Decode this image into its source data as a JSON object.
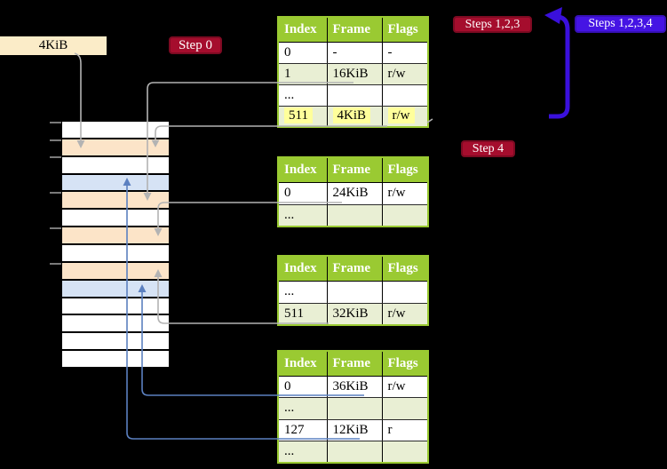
{
  "labels": {
    "frame_box": "4KiB",
    "step0": "Step 0",
    "steps_123": "Steps 1,2,3",
    "steps_1234": "Steps 1,2,3,4",
    "step4": "Step 4"
  },
  "colors": {
    "background": "#000000",
    "text_dark": "#000000",
    "text_light": "#ffffff",
    "frame_box_bg": "#fbecc8",
    "label_red_bg": "#a50d2d",
    "label_red_border": "#7d0a22",
    "label_blue_bg": "#4514e4",
    "label_blue_border": "#3710b8",
    "table_header_bg": "#9aca32",
    "table_row_bg": "#ffffff",
    "table_row_alt_bg": "#e9efd4",
    "highlight_bg": "#ffff9b",
    "memory_free": "#ffffff",
    "memory_page_table": "#fce4c8",
    "memory_mapped_page": "#d6e3f5",
    "connector_gray": "#b3b3b3",
    "connector_blue": "#5b80c0",
    "recursive_arrow_blue": "#3a10dc",
    "tick_gray": "#7a7a7a"
  },
  "memory": {
    "rows": [
      "free",
      "page-table",
      "free",
      "mapped-page",
      "page-table",
      "free",
      "page-table",
      "free",
      "page-table",
      "mapped-page",
      "free",
      "free",
      "free",
      "free"
    ],
    "tick_offsets": [
      0,
      20,
      39,
      79,
      119,
      159
    ]
  },
  "tables": [
    {
      "name": "page-table-1",
      "headers": [
        "Index",
        "Frame",
        "Flags"
      ],
      "rows": [
        {
          "cells": [
            "0",
            "-",
            "-"
          ]
        },
        {
          "cells": [
            "1",
            "16KiB",
            "r/w"
          ]
        },
        {
          "cells": [
            "...",
            "",
            ""
          ]
        },
        {
          "cells": [
            "511",
            "4KiB",
            "r/w"
          ],
          "highlight": true
        }
      ]
    },
    {
      "name": "page-table-2",
      "headers": [
        "Index",
        "Frame",
        "Flags"
      ],
      "rows": [
        {
          "cells": [
            "0",
            "24KiB",
            "r/w"
          ]
        },
        {
          "cells": [
            "...",
            "",
            ""
          ]
        }
      ]
    },
    {
      "name": "page-table-3",
      "headers": [
        "Index",
        "Frame",
        "Flags"
      ],
      "rows": [
        {
          "cells": [
            "...",
            "",
            ""
          ]
        },
        {
          "cells": [
            "511",
            "32KiB",
            "r/w"
          ]
        }
      ]
    },
    {
      "name": "page-table-4",
      "headers": [
        "Index",
        "Frame",
        "Flags"
      ],
      "rows": [
        {
          "cells": [
            "0",
            "36KiB",
            "r/w"
          ]
        },
        {
          "cells": [
            "...",
            "",
            ""
          ]
        },
        {
          "cells": [
            "127",
            "12KiB",
            "r"
          ]
        },
        {
          "cells": [
            "...",
            "",
            ""
          ]
        }
      ]
    }
  ],
  "arrows": [
    {
      "name": "arrow-4kib-label-to-frame",
      "color": "gray"
    },
    {
      "name": "arrow-table1-entry1-to-frame-16kib",
      "color": "gray"
    },
    {
      "name": "arrow-table1-entry511-to-frame-4kib",
      "color": "gray"
    },
    {
      "name": "arrow-table2-entry0-to-frame-24kib",
      "color": "gray"
    },
    {
      "name": "arrow-table3-entry511-to-frame-32kib",
      "color": "gray"
    },
    {
      "name": "arrow-table4-entry0-to-frame-36kib",
      "color": "blue"
    },
    {
      "name": "arrow-table4-entry127-to-frame-12kib",
      "color": "blue"
    },
    {
      "name": "arrow-recursive-loop-steps",
      "color": "deep-blue"
    }
  ]
}
